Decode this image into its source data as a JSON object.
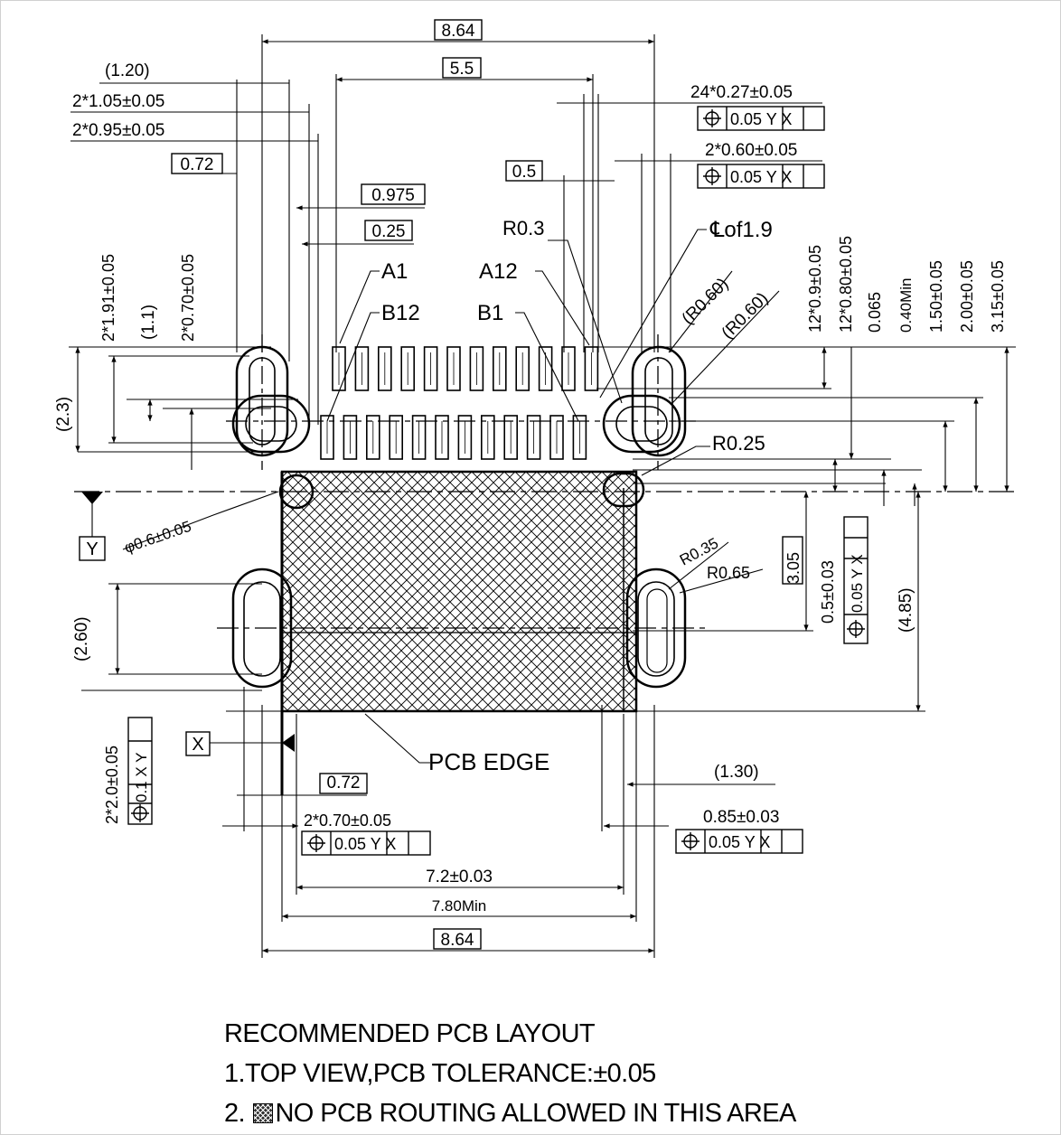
{
  "drawing": {
    "top_dims": {
      "overall_width": "8.64",
      "contact_span": "5.5",
      "shell_ref": "(1.20)",
      "shell_pad_a": "2*1.05±0.05",
      "shell_pad_b": "2*0.95±0.05",
      "shell_offset": "0.72",
      "row_offset": "0.975",
      "row_shift": "0.25",
      "pitch": "0.5",
      "pad_width_count": "24*0.27±0.05",
      "shell_hole_dia": "2*0.60±0.05",
      "fcf_pad": "0.05|Y|X",
      "fcf_hole": "0.05|Y|X"
    },
    "callouts": {
      "pin_a1": "A1",
      "pin_b12": "B12",
      "pin_a12": "A12",
      "pin_b1": "B1",
      "radius_03": "R0.3",
      "centerline": "℄of1.9",
      "radius_060_a": "(R0.60)",
      "radius_060_b": "(R0.60)",
      "radius_025": "R0.25",
      "radius_035": "R0.35",
      "radius_065": "R0.65",
      "datum_hole": "φ0.6±0.05",
      "pcb_edge": "PCB  EDGE",
      "datum_y": "Y",
      "datum_x": "X"
    },
    "left_dims": {
      "ref_23": "(2.3)",
      "shell_pitch": "2*1.91±0.05",
      "ref_11": "(1.1)",
      "shell_slot": "2*0.70±0.05",
      "ref_260": "(2.60)",
      "slot_length": "2*2.0±0.05",
      "fcf_slot": "0.1|X|Y"
    },
    "right_dims": {
      "pad_len_a": "12*0.9±0.05",
      "pad_len_b": "12*0.80±0.05",
      "gap_0065": "0.065",
      "min_040": "0.40Min",
      "d_150": "1.50±0.05",
      "d_200": "2.00±0.05",
      "d_315": "3.15±0.05",
      "d_305": "3.05",
      "d_05": "0.5±0.03",
      "fcf_05": "0.05|Y|X",
      "ref_485": "(4.85)"
    },
    "bottom_dims": {
      "slot_offset": "0.72",
      "slot_width": "2*0.70±0.05",
      "fcf_slot": "0.05|Y|X",
      "ref_130": "(1.30)",
      "slot_w_085": "0.85±0.03",
      "fcf_085": "0.05|Y|X",
      "width_72": "7.2±0.03",
      "width_780": "7.80Min",
      "overall_width": "8.64"
    }
  },
  "notes": {
    "title": "RECOMMENDED PCB LAYOUT",
    "line1": "1.TOP VIEW,PCB TOLERANCE:±0.05",
    "line2_prefix": "2. ",
    "line2_text": "NO PCB ROUTING ALLOWED IN THIS AREA"
  },
  "colors": {
    "ink": "#000000",
    "paper": "#ffffff"
  }
}
